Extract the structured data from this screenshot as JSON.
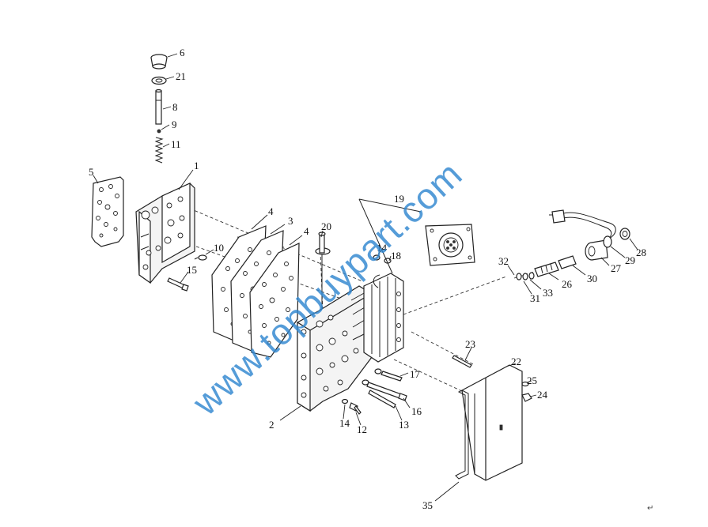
{
  "diagram": {
    "callouts": [
      "6",
      "21",
      "8",
      "9",
      "11",
      "1",
      "5",
      "10",
      "15",
      "4",
      "3",
      "4",
      "20",
      "14",
      "18",
      "19",
      "32",
      "31",
      "33",
      "26",
      "30",
      "27",
      "29",
      "28",
      "23",
      "17",
      "16",
      "13",
      "14",
      "12",
      "2",
      "22",
      "25",
      "24",
      "35"
    ]
  },
  "watermark": {
    "text": "www.topbuypart.com",
    "color": "#2f86cf"
  },
  "paragraph_mark": "↵"
}
